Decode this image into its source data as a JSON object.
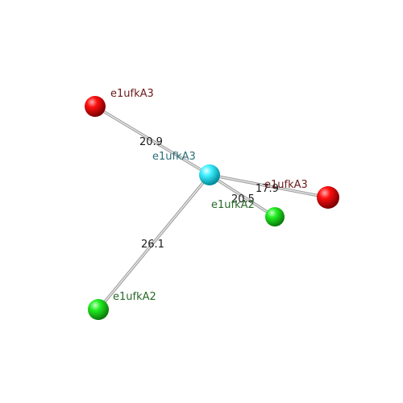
{
  "diagram": {
    "nodes": [
      {
        "id": "center",
        "label": "e1ufkA3",
        "color": "#00e5ff",
        "label_color": "#2a6f78"
      },
      {
        "id": "red-left",
        "label": "e1ufkA3",
        "color": "#ff0000",
        "label_color": "#6b1a1a"
      },
      {
        "id": "red-right",
        "label": "e1ufkA3",
        "color": "#ff0000",
        "label_color": "#6b1a1a"
      },
      {
        "id": "green-near",
        "label": "e1ufkA2",
        "color": "#22dd22",
        "label_color": "#2a6a2a"
      },
      {
        "id": "green-bottom",
        "label": "e1ufkA2",
        "color": "#22dd22",
        "label_color": "#2a6a2a"
      }
    ],
    "edges": [
      {
        "from": "center",
        "to": "red-left",
        "label": "20.9"
      },
      {
        "from": "center",
        "to": "red-right",
        "label": "17.9"
      },
      {
        "from": "center",
        "to": "green-near",
        "label": "20.5"
      },
      {
        "from": "center",
        "to": "green-bottom",
        "label": "26.1"
      }
    ]
  }
}
